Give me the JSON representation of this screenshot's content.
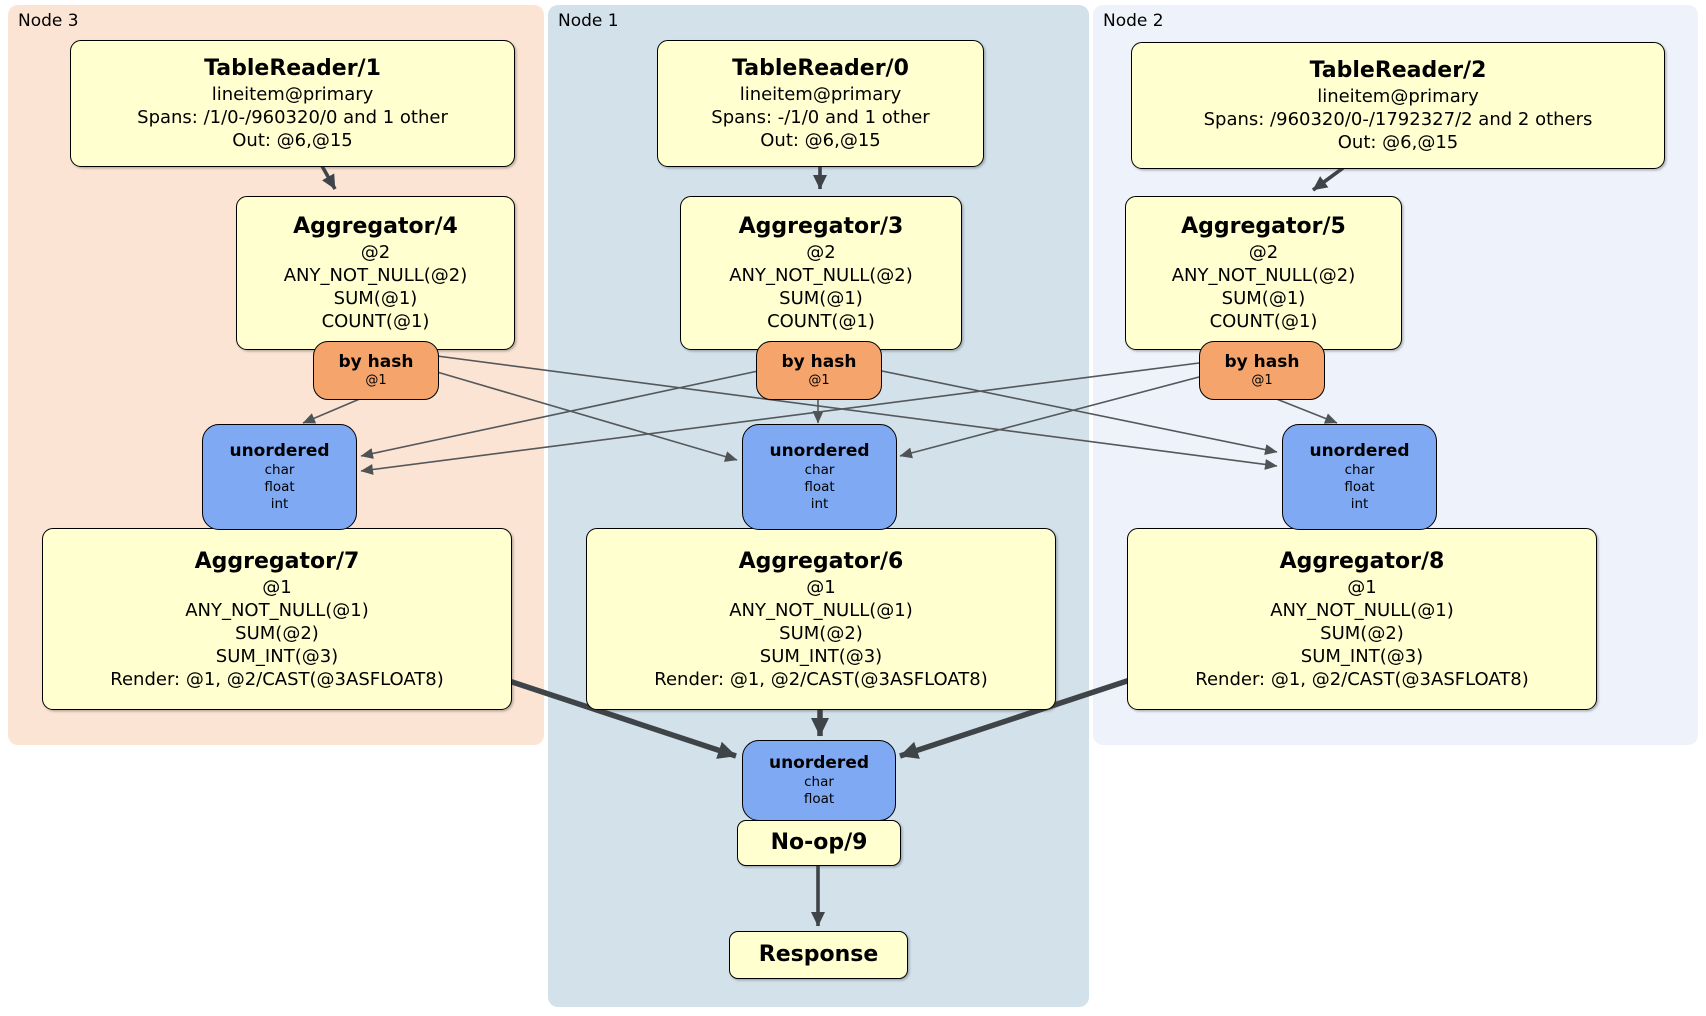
{
  "regions": {
    "node3": {
      "label": "Node 3"
    },
    "node1": {
      "label": "Node 1"
    },
    "node2": {
      "label": "Node 2"
    }
  },
  "processors": {
    "tr1": {
      "title": "TableReader/1",
      "lines": [
        "lineitem@primary",
        "Spans: /1/0-/960320/0 and 1 other",
        "Out: @6,@15"
      ]
    },
    "tr0": {
      "title": "TableReader/0",
      "lines": [
        "lineitem@primary",
        "Spans: -/1/0 and 1 other",
        "Out: @6,@15"
      ]
    },
    "tr2": {
      "title": "TableReader/2",
      "lines": [
        "lineitem@primary",
        "Spans: /960320/0-/1792327/2 and 2 others",
        "Out: @6,@15"
      ]
    },
    "agg4": {
      "title": "Aggregator/4",
      "lines": [
        "@2",
        "ANY_NOT_NULL(@2)",
        "SUM(@1)",
        "COUNT(@1)"
      ]
    },
    "agg3": {
      "title": "Aggregator/3",
      "lines": [
        "@2",
        "ANY_NOT_NULL(@2)",
        "SUM(@1)",
        "COUNT(@1)"
      ]
    },
    "agg5": {
      "title": "Aggregator/5",
      "lines": [
        "@2",
        "ANY_NOT_NULL(@2)",
        "SUM(@1)",
        "COUNT(@1)"
      ]
    },
    "agg7": {
      "title": "Aggregator/7",
      "lines": [
        "@1",
        "ANY_NOT_NULL(@1)",
        "SUM(@2)",
        "SUM_INT(@3)",
        "Render: @1, @2/CAST(@3ASFLOAT8)"
      ]
    },
    "agg6": {
      "title": "Aggregator/6",
      "lines": [
        "@1",
        "ANY_NOT_NULL(@1)",
        "SUM(@2)",
        "SUM_INT(@3)",
        "Render: @1, @2/CAST(@3ASFLOAT8)"
      ]
    },
    "agg8": {
      "title": "Aggregator/8",
      "lines": [
        "@1",
        "ANY_NOT_NULL(@1)",
        "SUM(@2)",
        "SUM_INT(@3)",
        "Render: @1, @2/CAST(@3ASFLOAT8)"
      ]
    },
    "noop9": {
      "title": "No-op/9"
    },
    "response": {
      "title": "Response"
    }
  },
  "routers": {
    "r3": {
      "title": "by hash",
      "lines": [
        "@1"
      ]
    },
    "r1": {
      "title": "by hash",
      "lines": [
        "@1"
      ]
    },
    "r2": {
      "title": "by hash",
      "lines": [
        "@1"
      ]
    }
  },
  "syncs": {
    "s3": {
      "title": "unordered",
      "lines": [
        "char",
        "float",
        "int"
      ]
    },
    "s1": {
      "title": "unordered",
      "lines": [
        "char",
        "float",
        "int"
      ]
    },
    "s2": {
      "title": "unordered",
      "lines": [
        "char",
        "float",
        "int"
      ]
    },
    "sfinal": {
      "title": "unordered",
      "lines": [
        "char",
        "float"
      ]
    }
  },
  "colors": {
    "region3_fill": "#fce4d4",
    "region1_fill": "#d2e1ea",
    "region2_fill": "#eef2fa",
    "processor_fill": "#ffffd0",
    "router_fill": "#f5a56b",
    "sync_fill": "#7fa9f2",
    "edge_thin": "#54585b",
    "edge_thick": "#3f4448"
  }
}
